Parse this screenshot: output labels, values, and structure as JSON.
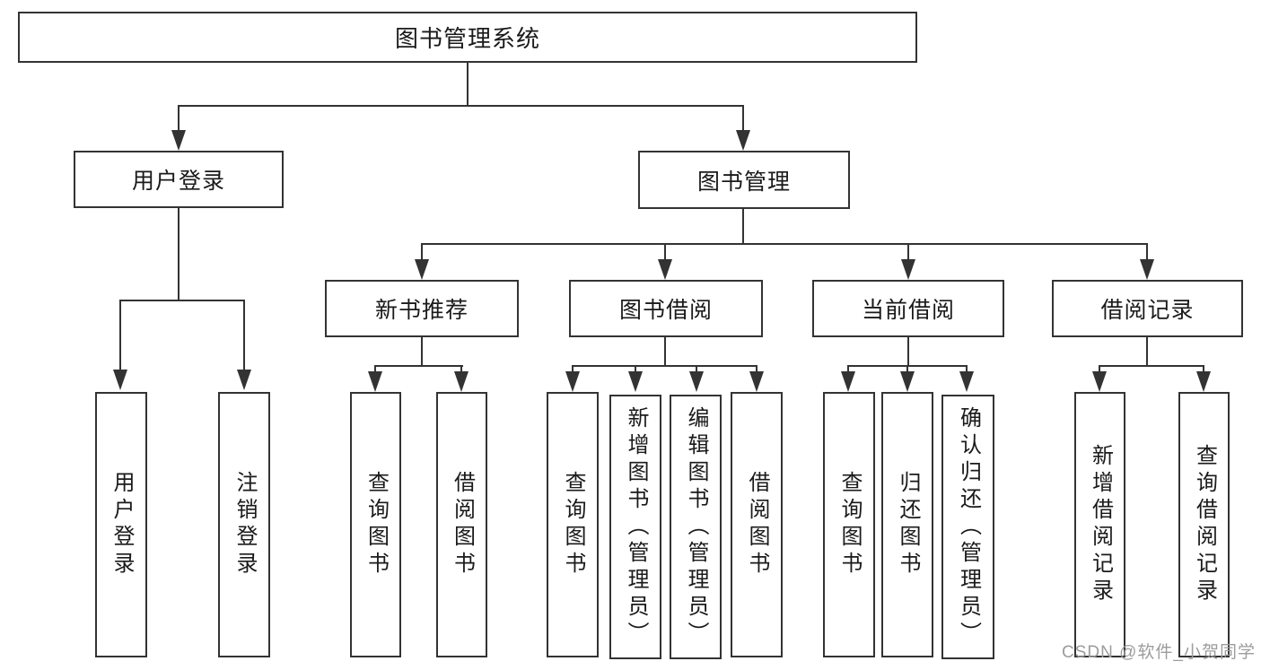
{
  "tree": {
    "root": {
      "label": "图书管理系统"
    },
    "branches": [
      {
        "label": "用户登录",
        "children": [
          {
            "label": "用户登录"
          },
          {
            "label": "注销登录"
          }
        ]
      },
      {
        "label": "图书管理",
        "groups": [
          {
            "label": "新书推荐",
            "children": [
              {
                "label": "查询图书"
              },
              {
                "label": "借阅图书"
              }
            ]
          },
          {
            "label": "图书借阅",
            "children": [
              {
                "label": "查询图书"
              },
              {
                "label": "新增图书（管理员）"
              },
              {
                "label": "编辑图书（管理员）"
              },
              {
                "label": "借阅图书"
              }
            ]
          },
          {
            "label": "当前借阅",
            "children": [
              {
                "label": "查询图书"
              },
              {
                "label": "归还图书"
              },
              {
                "label": "确认归还（管理员）"
              }
            ]
          },
          {
            "label": "借阅记录",
            "children": [
              {
                "label": "新增借阅记录"
              },
              {
                "label": "查询借阅记录"
              }
            ]
          }
        ]
      }
    ]
  },
  "watermark": {
    "text": "CSDN @软件_小贺同学"
  },
  "colors": {
    "line": "#333333",
    "text": "#1a1a1a",
    "watermark": "#9c9c9c",
    "background": "#ffffff"
  }
}
